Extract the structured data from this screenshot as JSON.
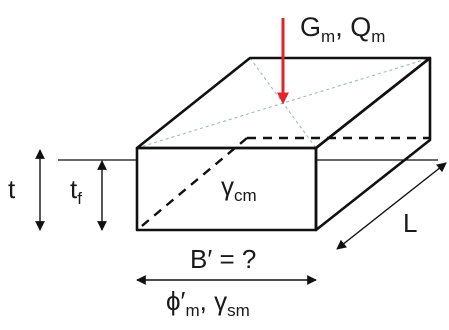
{
  "diagram": {
    "load_label": {
      "main": "G",
      "sub1": "m",
      "sep": ", ",
      "main2": "Q",
      "sub2": "m"
    },
    "t_label": "t",
    "tf_label": {
      "main": "t",
      "sub": "f"
    },
    "gamma_cm_label": {
      "main": "γ",
      "sub": "cm"
    },
    "L_label": "L",
    "B_label": "B′ = ?",
    "soil_label": {
      "main": "ϕ′",
      "sub1": "m",
      "sep": ", ",
      "main2": "γ",
      "sub2": "sm"
    },
    "colors": {
      "load_arrow": "#e2232a",
      "lines": "#111111",
      "diagonals": "#9bb7d6"
    }
  }
}
